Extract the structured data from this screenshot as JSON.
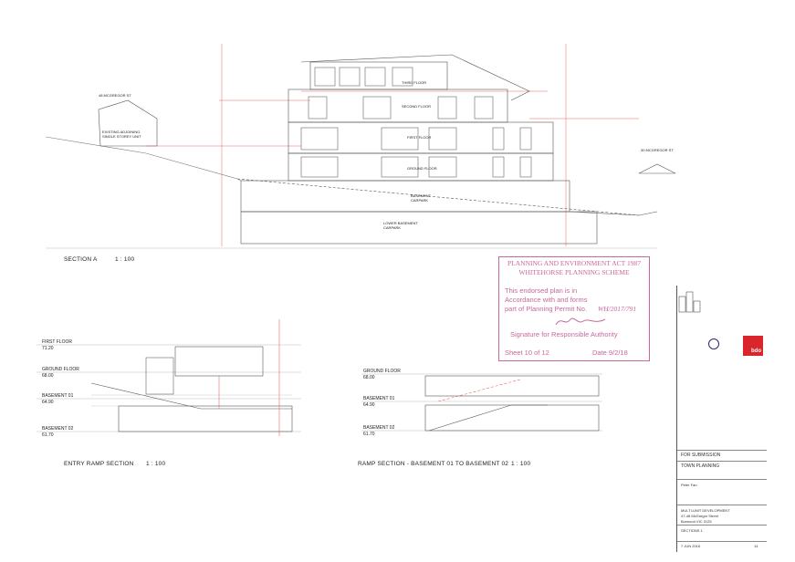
{
  "section_a": {
    "title": "SECTION A",
    "scale": "1 : 100",
    "floor_labels": [
      "THIRD FLOOR",
      "SECOND FLOOR",
      "FIRST FLOOR",
      "GROUND FLOOR",
      "BASEMENT CARPARK",
      "LOWER BASEMENT CARPARK"
    ],
    "left_label": "48 MCGREGOR ST",
    "left_building": "EXISTING ADJOINING SINGLE STOREY UNIT",
    "right_label": "30 MCGREGOR ST"
  },
  "entry_ramp": {
    "title": "ENTRY RAMP SECTION",
    "scale": "1 : 100",
    "levels": [
      {
        "name": "FIRST FLOOR",
        "value": "71.20"
      },
      {
        "name": "GROUND FLOOR",
        "value": "68.00"
      },
      {
        "name": "BASEMENT 01",
        "value": "64.90"
      },
      {
        "name": "BASEMENT 02",
        "value": "61.70"
      }
    ]
  },
  "ramp_section": {
    "title": "RAMP SECTION - BASEMENT 01 TO BASEMENT 02",
    "scale": "1 : 100",
    "levels": [
      {
        "name": "GROUND FLOOR",
        "value": "68.00"
      },
      {
        "name": "BASEMENT 01",
        "value": "64.90"
      },
      {
        "name": "BASEMENT 02",
        "value": "61.70"
      }
    ]
  },
  "stamp": {
    "line1": "PLANNING AND ENVIRONMENT ACT 1987",
    "line2": "WHITEHORSE PLANNING SCHEME",
    "line3": "This endorsed plan is in",
    "line4": "Accordance with and forms",
    "line5": "part of Planning Permit No.",
    "permit": "WH/2017/791",
    "signature": "Signature for Responsible Authority",
    "sheet": "Sheet 10 of 12",
    "date": "Date 9/2/18"
  },
  "title_block": {
    "status": "FOR SUBMISSION",
    "stage": "TOWN PLANNING",
    "drawn": "Peter Fan",
    "project": "MULTI-UNIT DEVELOPMENT",
    "address": "47-48 McGregor Street",
    "suburb": "Burwood VIC 3125",
    "drawing": "SECTIONS 1",
    "date": "7 JUN 2016",
    "number": "14",
    "logo_text": "bdo"
  }
}
